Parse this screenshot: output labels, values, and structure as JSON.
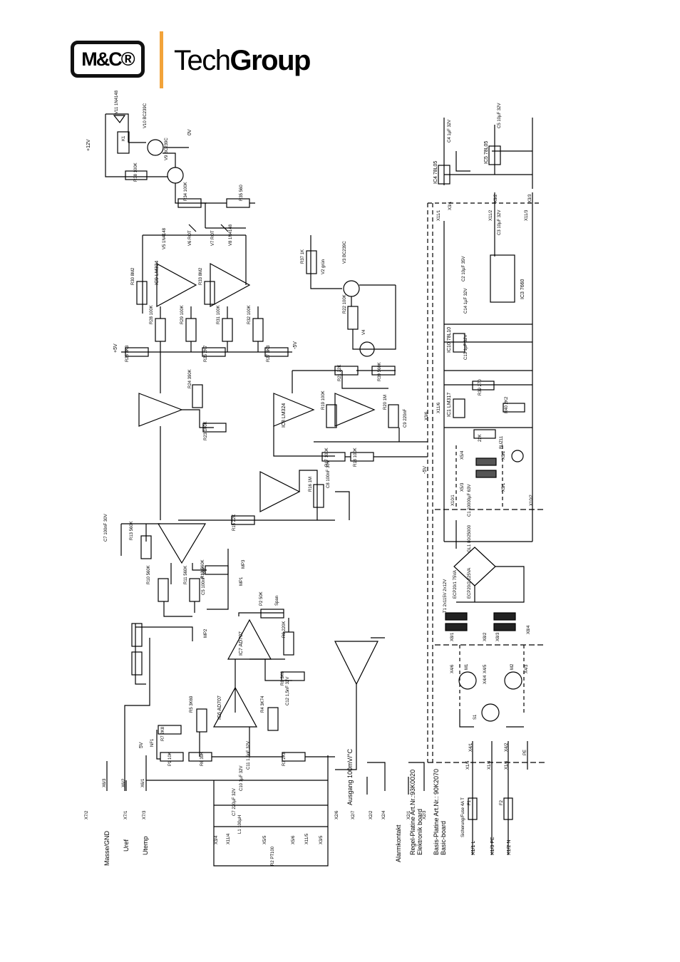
{
  "header": {
    "logo_text": "M&C®",
    "brand_tech": "Tech",
    "brand_group": "Group",
    "accent_color": "#f2a33a"
  },
  "schematic": {
    "board_labels": [
      "Regel-Platine  Art.Nr.:93K0020",
      "Elektronik board",
      "Basis-Platine  Art.Nr.: 90K2070",
      "Basic-board"
    ],
    "connector_labels": [
      "Masse/GND",
      "Uref",
      "Utemp",
      "Alarmkontakt",
      "Ausgang  100mV/°C",
      "Sicherung/Fuse 4A T",
      "X1/1 L",
      "X1/3 PE",
      "X1/2 N"
    ],
    "rail_labels": [
      "+12V",
      "0V",
      "+5V",
      "-5V",
      "5V",
      "-5V"
    ],
    "ic_labels": [
      "IC9 LM324",
      "IC8 LM324",
      "IC7 AD707",
      "IC6 AD707",
      "IC1 LM317",
      "IC3 7660",
      "IC4 78L05",
      "IC5 78L05",
      "IC10 78L10"
    ],
    "part_labels": [
      "R38 100K",
      "R34 100K",
      "R35 560",
      "K1",
      "V10 BC239C",
      "V9 BC239C",
      "V11 1N4148",
      "V5 1N4148",
      "V6 ROT",
      "V7 ROT",
      "V8 1N4148",
      "R30 8M2",
      "R33 8M2",
      "R28 100K",
      "R29 100K",
      "R31 100K",
      "R32 100K",
      "R25 3K3",
      "R26 2K7",
      "R27 3K3",
      "R24 390K",
      "R23 100K",
      "R37 1K",
      "V2 grün",
      "V3 BC239C",
      "R22 100K",
      "V4",
      "R21 22K",
      "R39 560K",
      "R19 100K",
      "R20 1M",
      "C9 220nF",
      "R17 100K",
      "R18 100K",
      "R16 1M",
      "C8 100nF 30V",
      "R15 22K",
      "R13 560K",
      "C7 100nF 30V",
      "R12 560K",
      "R10 560K",
      "R11 560K",
      "C5 100nF 16V",
      "MP1",
      "MP2",
      "MP3",
      "P2 50K",
      "Span",
      "R9 220K",
      "R8 3K6",
      "R5 3K69",
      "R4 3K74",
      "C12 1,5nF 32V",
      "R7 2K8",
      "P1 10K",
      "NF1",
      "R6 39K",
      "R3 2K8",
      "C11 1,5nF 32V",
      "C10 1µF 32V",
      "C7 220µF 32V",
      "L1 100µH",
      "R2 PT100",
      "C4 1µF 32V",
      "C5 10µF 32V",
      "C3 10µF 32V",
      "C2 10µF 35V",
      "C14 1µF 32V",
      "C13 1µF 32V",
      "R39 270",
      "R40 2K2",
      "22K",
      "BUZ11",
      "C1 10000µF 63V",
      "GL1 80/25000",
      "T1 2x115V 2x12V",
      "ECP20/1 75VA",
      "ECP20/2 225VA",
      "M1",
      "M2",
      "S1",
      "F1",
      "F2",
      "PE"
    ],
    "terminal_labels": [
      "X6/3",
      "X6/2",
      "X6/1",
      "X7/2",
      "X7/1",
      "X7/3",
      "X3/4",
      "X11/4",
      "X5/5",
      "X5/6",
      "X11/5",
      "X3/5",
      "X2/6",
      "X2/7",
      "X2/2",
      "X2/4",
      "X2/1",
      "X2/3",
      "X1/5",
      "X1/4",
      "X1/6",
      "X4/1",
      "X4/2",
      "X4/5",
      "X4/4",
      "X4/3",
      "X4/6",
      "X8/1",
      "X8/2",
      "X8/3",
      "X8/4",
      "X10/1",
      "X10/2",
      "X5/3",
      "X5/4",
      "X5/1",
      "X5/2",
      "X11/6",
      "X3/6",
      "X11/2",
      "X11/1",
      "X3/1",
      "X3/2",
      "X3/3",
      "X11/3"
    ]
  }
}
